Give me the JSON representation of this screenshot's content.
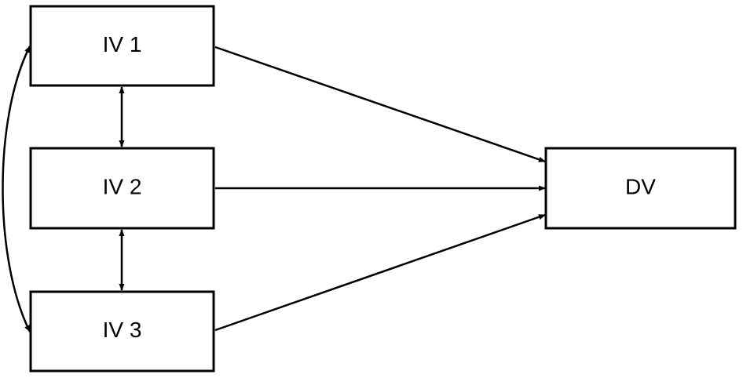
{
  "diagram": {
    "nodes": [
      {
        "id": "iv1",
        "label": "IV 1"
      },
      {
        "id": "iv2",
        "label": "IV 2"
      },
      {
        "id": "iv3",
        "label": "IV 3"
      },
      {
        "id": "dv",
        "label": "DV"
      }
    ],
    "edges": [
      {
        "from": "iv1",
        "to": "dv",
        "type": "directed"
      },
      {
        "from": "iv2",
        "to": "dv",
        "type": "directed"
      },
      {
        "from": "iv3",
        "to": "dv",
        "type": "directed"
      },
      {
        "from": "iv1",
        "to": "iv2",
        "type": "bidirectional"
      },
      {
        "from": "iv2",
        "to": "iv3",
        "type": "bidirectional"
      },
      {
        "from": "iv1",
        "to": "iv3",
        "type": "bidirectional-curved"
      }
    ],
    "colors": {
      "stroke": "#000000",
      "fill": "#ffffff"
    }
  }
}
